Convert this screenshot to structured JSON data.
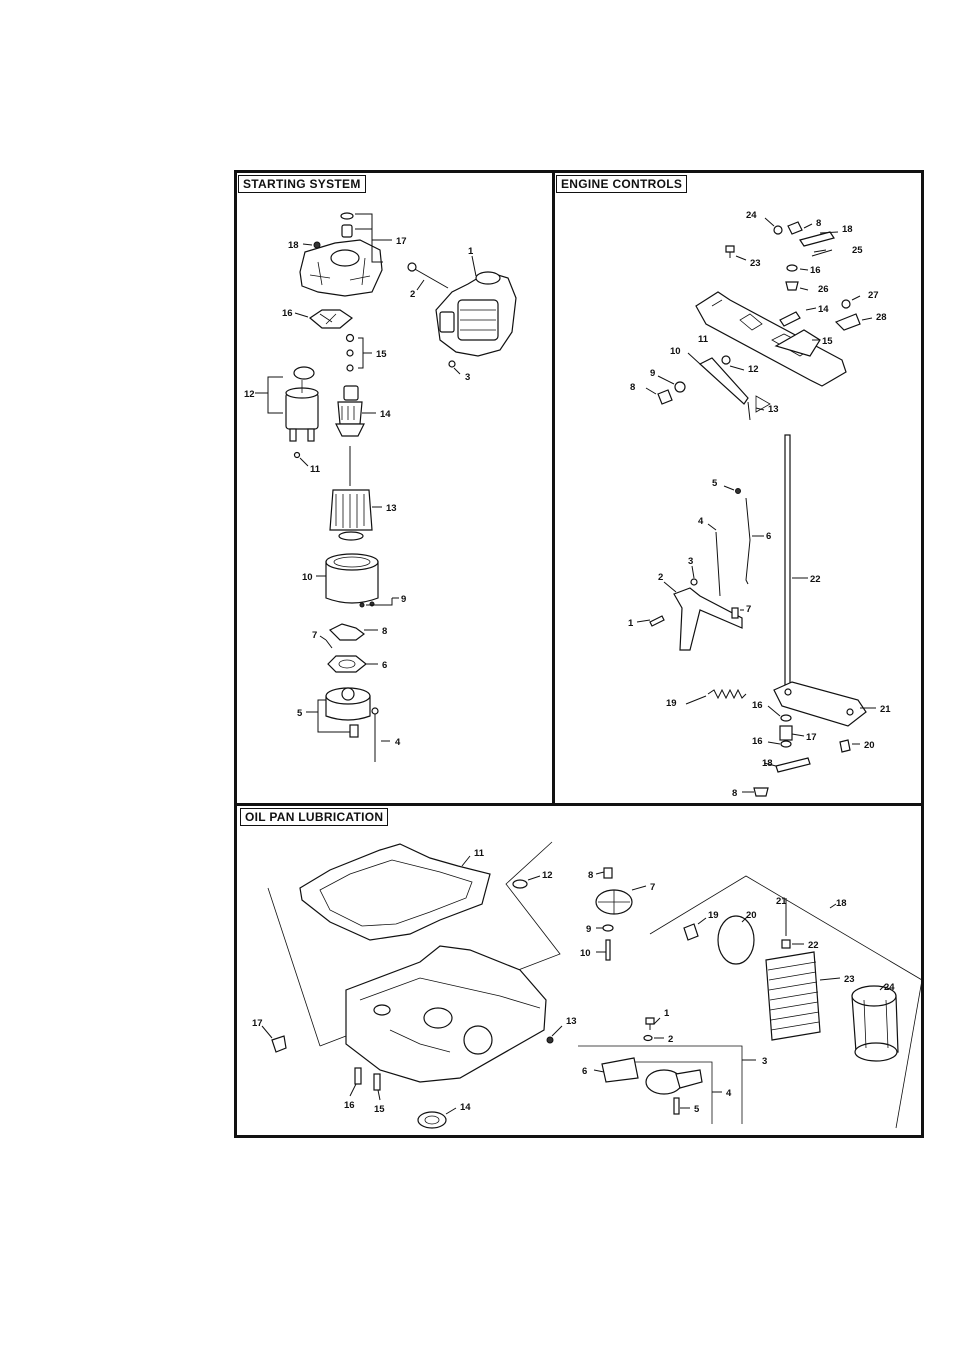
{
  "sections": {
    "starting_system": {
      "title": "STARTING SYSTEM"
    },
    "engine_controls": {
      "title": "ENGINE CONTROLS"
    },
    "oil_pan_lubrication": {
      "title": "OIL PAN LUBRICATION"
    }
  },
  "callouts": {
    "ss": [
      "1",
      "2",
      "3",
      "4",
      "5",
      "6",
      "7",
      "8",
      "9",
      "10",
      "11",
      "12",
      "13",
      "14",
      "15",
      "16",
      "17",
      "18"
    ],
    "ec": [
      "1",
      "2",
      "3",
      "4",
      "5",
      "6",
      "7",
      "8",
      "9",
      "10",
      "11",
      "12",
      "13",
      "14",
      "15",
      "16",
      "17",
      "18",
      "19",
      "20",
      "21",
      "22",
      "23",
      "24",
      "25",
      "26",
      "27",
      "28"
    ],
    "op": [
      "1",
      "2",
      "3",
      "4",
      "5",
      "6",
      "7",
      "8",
      "9",
      "10",
      "11",
      "12",
      "13",
      "14",
      "15",
      "16",
      "17",
      "18",
      "19",
      "20",
      "21",
      "22",
      "23",
      "24"
    ]
  }
}
